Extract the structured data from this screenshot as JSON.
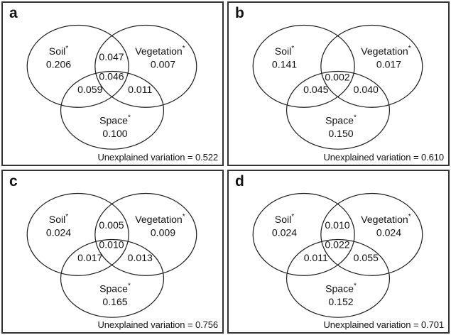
{
  "panels": [
    {
      "letter": "a",
      "sets": {
        "soil": {
          "name": "Soil",
          "star": "*",
          "value": "0.206"
        },
        "vegetation": {
          "name": "Vegetation",
          "star": "*",
          "value": "0.007"
        },
        "space": {
          "name": "Space",
          "star": "*",
          "value": "0.100"
        }
      },
      "overlaps": {
        "soil_vegetation": "0.047",
        "soil_vegetation_space": "0.046",
        "soil_space": "0.059",
        "vegetation_space": "0.011"
      },
      "unexplained": "Unexplained variation = 0.522"
    },
    {
      "letter": "b",
      "sets": {
        "soil": {
          "name": "Soil",
          "star": "*",
          "value": "0.141"
        },
        "vegetation": {
          "name": "Vegetation",
          "star": "*",
          "value": "0.017"
        },
        "space": {
          "name": "Space",
          "star": "*",
          "value": "0.150"
        }
      },
      "overlaps": {
        "soil_vegetation": "",
        "soil_vegetation_space": "0.002",
        "soil_space": "0.045",
        "vegetation_space": "0.040"
      },
      "unexplained": "Unexplained variation = 0.610"
    },
    {
      "letter": "c",
      "sets": {
        "soil": {
          "name": "Soil",
          "star": "*",
          "value": "0.024"
        },
        "vegetation": {
          "name": "Vegetation",
          "star": "*",
          "value": "0.009"
        },
        "space": {
          "name": "Space",
          "star": "*",
          "value": "0.165"
        }
      },
      "overlaps": {
        "soil_vegetation": "0.005",
        "soil_vegetation_space": "0.010",
        "soil_space": "0.017",
        "vegetation_space": "0.013"
      },
      "unexplained": "Unexplained variation = 0.756"
    },
    {
      "letter": "d",
      "sets": {
        "soil": {
          "name": "Soil",
          "star": "*",
          "value": "0.024"
        },
        "vegetation": {
          "name": "Vegetation",
          "star": "*",
          "value": "0.024"
        },
        "space": {
          "name": "Space",
          "star": "*",
          "value": "0.152"
        }
      },
      "overlaps": {
        "soil_vegetation": "0.010",
        "soil_vegetation_space": "0.022",
        "soil_space": "0.011",
        "vegetation_space": "0.055"
      },
      "unexplained": "Unexplained variation = 0.701"
    }
  ],
  "chart_data": {
    "type": "venn",
    "sets": [
      "Soil",
      "Vegetation",
      "Space"
    ],
    "note_all_sets_significant": "*",
    "panels": [
      {
        "panel": "a",
        "soil": 0.206,
        "vegetation": 0.007,
        "space": 0.1,
        "soil_vegetation": 0.047,
        "soil_space": 0.059,
        "vegetation_space": 0.011,
        "soil_vegetation_space": 0.046,
        "unexplained": 0.522
      },
      {
        "panel": "b",
        "soil": 0.141,
        "vegetation": 0.017,
        "space": 0.15,
        "soil_vegetation": null,
        "soil_space": 0.045,
        "vegetation_space": 0.04,
        "soil_vegetation_space": 0.002,
        "unexplained": 0.61
      },
      {
        "panel": "c",
        "soil": 0.024,
        "vegetation": 0.009,
        "space": 0.165,
        "soil_vegetation": 0.005,
        "soil_space": 0.017,
        "vegetation_space": 0.013,
        "soil_vegetation_space": 0.01,
        "unexplained": 0.756
      },
      {
        "panel": "d",
        "soil": 0.024,
        "vegetation": 0.024,
        "space": 0.152,
        "soil_vegetation": 0.01,
        "soil_space": 0.011,
        "vegetation_space": 0.055,
        "soil_vegetation_space": 0.022,
        "unexplained": 0.701
      }
    ]
  },
  "colors": {
    "background": "#ffffff",
    "ellipse_stroke": "#1c1c1c",
    "panel_border": "#333333",
    "text": "#111111"
  }
}
